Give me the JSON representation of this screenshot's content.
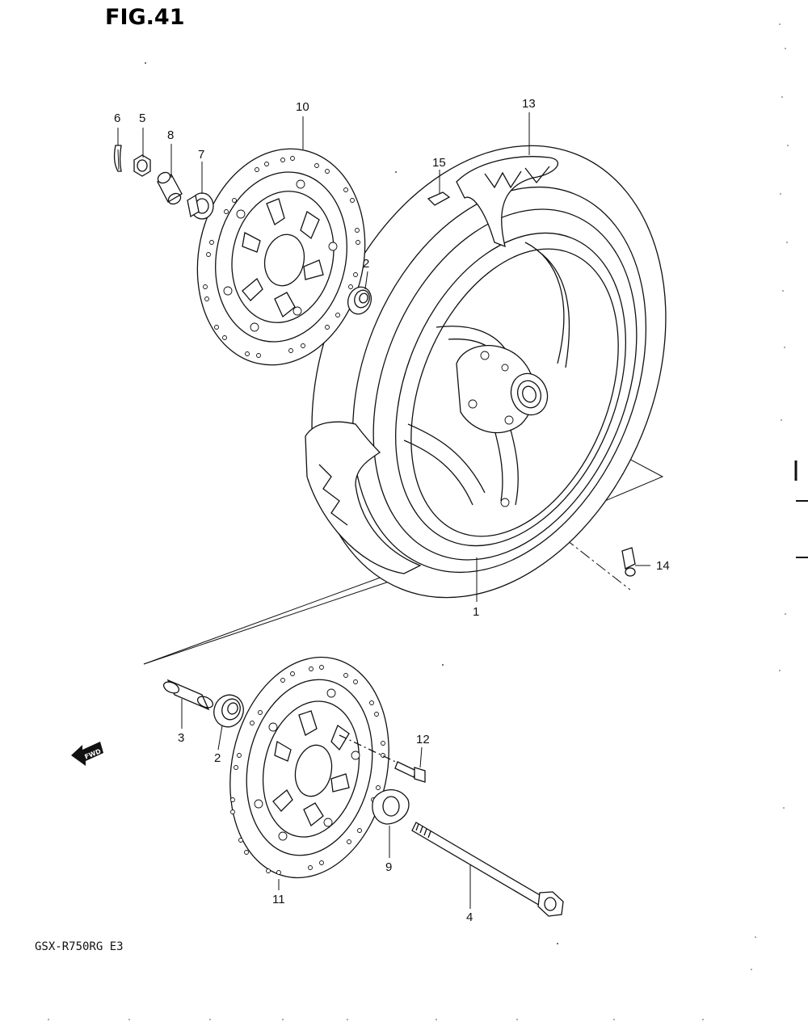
{
  "figure": {
    "title": "FIG.41",
    "model_code": "GSX-R750RG E3",
    "fwd_label": "FWD"
  },
  "callouts": {
    "p1": "1",
    "p2a": "2",
    "p2b": "2",
    "p3": "3",
    "p4": "4",
    "p5": "5",
    "p6": "6",
    "p7": "7",
    "p8": "8",
    "p9": "9",
    "p10": "10",
    "p11": "11",
    "p12": "12",
    "p13": "13",
    "p14": "14",
    "p15": "15"
  }
}
